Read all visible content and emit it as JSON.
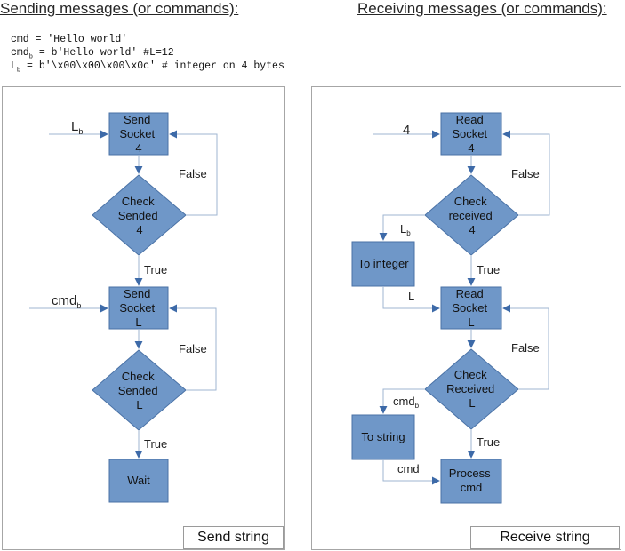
{
  "headings": {
    "left": "Sending messages (or commands):",
    "right": "Receiving messages (or commands):"
  },
  "code": {
    "line1": "cmd = 'Hello world'",
    "line2_var": "cmd",
    "line2_sub": "b",
    "line2_rest": " = b'Hello world' #L=12",
    "line3_var": "L",
    "line3_sub": "b",
    "line3_rest": " = b'\\x00\\x00\\x00\\x0c' # integer on 4 bytes"
  },
  "send": {
    "in1_label": "L",
    "in1_sub": "b",
    "box1": [
      "Send",
      "Socket",
      "4"
    ],
    "diamond1": [
      "Check",
      "Sended",
      "4"
    ],
    "false1": "False",
    "true1": "True",
    "in2_label": "cmd",
    "in2_sub": "b",
    "box2": [
      "Send",
      "Socket",
      "L"
    ],
    "diamond2": [
      "Check",
      "Sended",
      "L"
    ],
    "false2": "False",
    "true2": "True",
    "box3": [
      "Wait"
    ],
    "caption": "Send string"
  },
  "recv": {
    "in1_label": "4",
    "box1": [
      "Read",
      "Socket",
      "4"
    ],
    "diamond1": [
      "Check",
      "received",
      "4"
    ],
    "false1": "False",
    "true1": "True",
    "side1_label": "L",
    "side1_sub": "b",
    "side1_box": [
      "To integer"
    ],
    "side1_out": "L",
    "box2": [
      "Read",
      "Socket",
      "L"
    ],
    "diamond2": [
      "Check",
      "Received",
      "L"
    ],
    "false2": "False",
    "true2": "True",
    "side2_label": "cmd",
    "side2_sub": "b",
    "side2_box": [
      "To string"
    ],
    "side2_out": "cmd",
    "box3": [
      "Process",
      "cmd"
    ],
    "caption": "Receive string"
  },
  "colors": {
    "node_fill": "#6f97c8",
    "node_stroke": "#4a72a6",
    "arrow": "#3d6aa8",
    "line": "#9fb6d2",
    "frame": "#a6a6a6"
  }
}
